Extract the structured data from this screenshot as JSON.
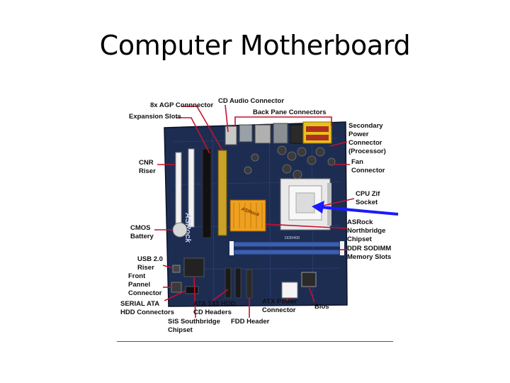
{
  "slide": {
    "title": "Computer Motherboard"
  },
  "diagram": {
    "labels": {
      "agp": "8x AGP Connnector",
      "cd_audio": "CD Audio Connector",
      "expansion": "Expansion Slots",
      "back_pane": "Back Pane Connectors",
      "secondary_power": [
        "Secondary",
        "Power",
        "Connector",
        "(Processor)"
      ],
      "cnr": [
        "CNR",
        "Riser"
      ],
      "fan": [
        "Fan",
        "Connector"
      ],
      "cpu_socket": [
        "CPU Zif",
        "Socket"
      ],
      "cmos": [
        "CMOS",
        "Battery"
      ],
      "northbridge": [
        "ASRock",
        "Northbridge",
        "Chipset"
      ],
      "usb": [
        "USB 2.0",
        "Riser"
      ],
      "ddr": [
        "DDR SODIMM",
        "Memory Slots"
      ],
      "front_panel": [
        "Front",
        "Pannel",
        "Connector"
      ],
      "serial_ata": [
        "SERIAL ATA",
        "HDD Connectors"
      ],
      "ata133": [
        "ATA 133 HDD",
        "CD Headers"
      ],
      "atx_power": [
        "ATX Power",
        "Connector"
      ],
      "bios": "Bios",
      "southbridge": [
        "SiS Southbridge",
        "Chipset"
      ],
      "fdd": "FDD Header"
    },
    "board_text": {
      "brand": "ASRock",
      "ddr": "DDR400"
    },
    "colors": {
      "board": "#1d2d52",
      "callout_line": "#c8102e",
      "arrow": "#1a1aff",
      "agp_slot": "#c9a227",
      "northbridge": "#f0a020"
    }
  }
}
